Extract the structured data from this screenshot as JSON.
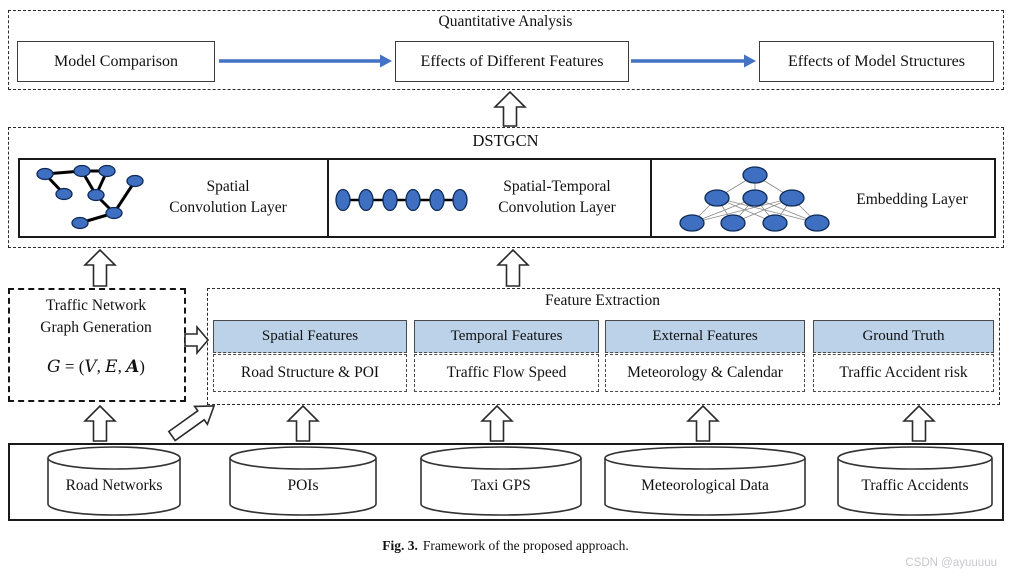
{
  "colors": {
    "flow_arrow_blue": "#4472C4",
    "node_fill_blue": "#3F6FC1",
    "node_stroke_navy": "#0D2A57",
    "feature_header_fill": "#BCD2E8",
    "line_dark": "#1a1a1a",
    "watermark_gray": "#C9C9CD"
  },
  "icons": {
    "spatial": "graph-network-icon",
    "temporal": "node-sequence-icon",
    "embedding": "neural-network-icon",
    "sources": "database-cylinder-icon",
    "connectors": "hollow-block-arrow-icon"
  },
  "quantitative_analysis": {
    "title": "Quantitative Analysis",
    "boxes": [
      "Model Comparison",
      "Effects of Different Features",
      "Effects of Model Structures"
    ]
  },
  "dstgcn": {
    "title": "DSTGCN",
    "sections": [
      {
        "line1": "Spatial",
        "line2": "Convolution Layer"
      },
      {
        "line1": "Spatial-Temporal",
        "line2": "Convolution Layer"
      },
      {
        "line1": "Embedding Layer",
        "line2": ""
      }
    ]
  },
  "graph_generation": {
    "title_line1": "Traffic Network",
    "title_line2": "Graph Generation",
    "formula": {
      "g": "G",
      "eq": " = (",
      "v": "V",
      "s1": ", ",
      "e": "E",
      "s2": ", ",
      "a": "A",
      "close": ")"
    }
  },
  "feature_extraction": {
    "title": "Feature Extraction",
    "columns": [
      {
        "header": "Spatial Features",
        "value": "Road Structure & POI"
      },
      {
        "header": "Temporal Features",
        "value": "Traffic Flow Speed"
      },
      {
        "header": "External Features",
        "value": "Meteorology & Calendar"
      },
      {
        "header": "Ground Truth",
        "value": "Traffic Accident risk"
      }
    ]
  },
  "data_sources": {
    "items": [
      "Road Networks",
      "POIs",
      "Taxi GPS",
      "Meteorological Data",
      "Traffic Accidents"
    ]
  },
  "caption": {
    "label": "Fig. 3.",
    "text": "Framework of the proposed approach."
  },
  "watermark": "CSDN @ayuuuuu"
}
